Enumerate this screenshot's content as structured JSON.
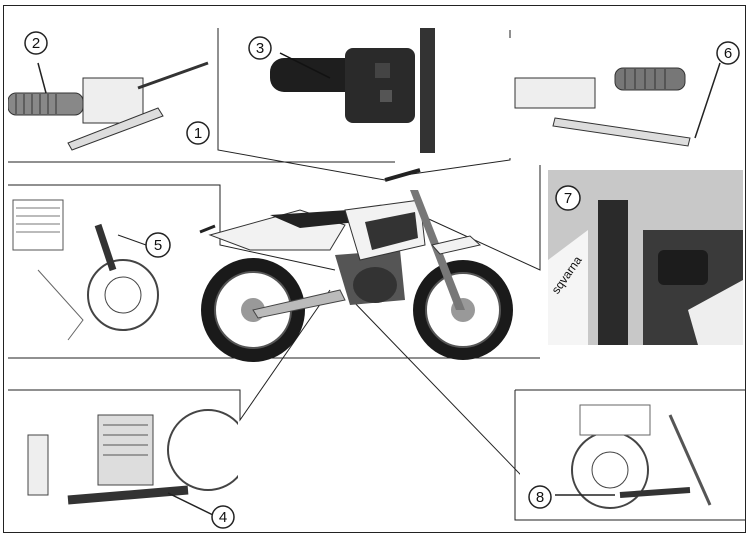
{
  "figure": {
    "callouts": [
      {
        "number": "1",
        "part": "front-brake-lever"
      },
      {
        "number": "2",
        "part": "throttle-grip"
      },
      {
        "number": "3",
        "part": "engine-stop-switch"
      },
      {
        "number": "4",
        "part": "gear-shift-lever"
      },
      {
        "number": "5",
        "part": "kick-start-lever"
      },
      {
        "number": "6",
        "part": "clutch-lever"
      },
      {
        "number": "7",
        "part": "fuel-tank-cap"
      },
      {
        "number": "8",
        "part": "rear-brake-pedal"
      }
    ],
    "photo_text": "sqvarna",
    "colors": {
      "line": "#222222",
      "photo_bg": "#c8c8c8",
      "bike_white": "#f2f2f2",
      "tire": "#1a1a1a"
    }
  }
}
